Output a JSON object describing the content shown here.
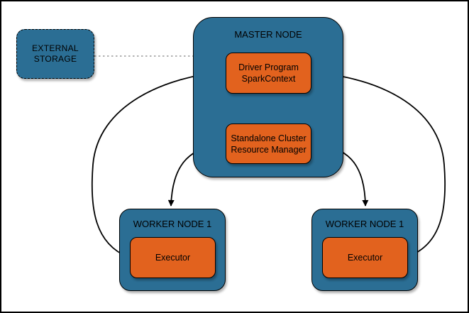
{
  "canvas": {
    "background": "#ffffff",
    "border_color": "#000000"
  },
  "colors": {
    "node_fill": "#2b6e94",
    "component_fill": "#e2621e",
    "edge": "#000000",
    "dashed_link": "#999999",
    "text": "#000000"
  },
  "nodes": {
    "external_storage": {
      "lines": [
        "EXTERNAL",
        "STORAGE"
      ]
    },
    "master_node": {
      "title": "MASTER NODE"
    },
    "driver_program": {
      "lines": [
        "Driver Program",
        "SparkContext"
      ]
    },
    "resource_manager": {
      "lines": [
        "Standalone Cluster",
        "Resource Manager"
      ]
    },
    "worker_left": {
      "title": "WORKER NODE 1",
      "executor_label": "Executor"
    },
    "worker_right": {
      "title": "WORKER NODE 1",
      "executor_label": "Executor"
    }
  },
  "edges": [
    {
      "from": "external_storage",
      "to": "master_node",
      "style": "dashed",
      "arrows": "none"
    },
    {
      "from": "driver_program",
      "to": "resource_manager",
      "style": "solid",
      "arrows": "both"
    },
    {
      "from": "driver_program",
      "to": "executor_left",
      "style": "solid",
      "arrows": "both"
    },
    {
      "from": "driver_program",
      "to": "executor_right",
      "style": "solid",
      "arrows": "both"
    },
    {
      "from": "resource_manager",
      "to": "worker_left",
      "style": "solid",
      "arrows": "both"
    },
    {
      "from": "resource_manager",
      "to": "worker_right",
      "style": "solid",
      "arrows": "both"
    }
  ]
}
